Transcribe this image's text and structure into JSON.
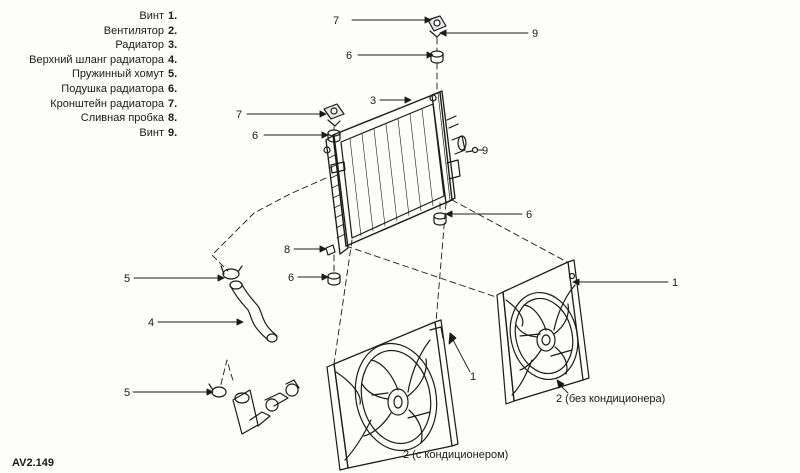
{
  "legend": [
    {
      "num": "1.",
      "label": "Винт"
    },
    {
      "num": "2.",
      "label": "Вентилятор"
    },
    {
      "num": "3.",
      "label": "Радиатор"
    },
    {
      "num": "4.",
      "label": "Верхний шланг радиатора"
    },
    {
      "num": "5.",
      "label": "Пружинный хомут"
    },
    {
      "num": "6.",
      "label": "Подушка радиатора"
    },
    {
      "num": "7.",
      "label": "Кронштейн радиатора"
    },
    {
      "num": "8.",
      "label": "Сливная пробка"
    },
    {
      "num": "9.",
      "label": "Винт"
    }
  ],
  "callouts": {
    "c7_top": "7",
    "c9_top": "9",
    "c6_top": "6",
    "c3": "3",
    "c7_left": "7",
    "c6_left": "6",
    "c9_mid": "9",
    "c6_right": "6",
    "c8": "8",
    "c6_bottom": "6",
    "c5_upper": "5",
    "c4": "4",
    "c5_lower": "5",
    "c1_right": "1",
    "c1_mid": "1",
    "fan_no_ac": "2 (без кондиционера)",
    "fan_ac": "2 (с кондиционером)"
  },
  "figure_code": "AV2.149"
}
